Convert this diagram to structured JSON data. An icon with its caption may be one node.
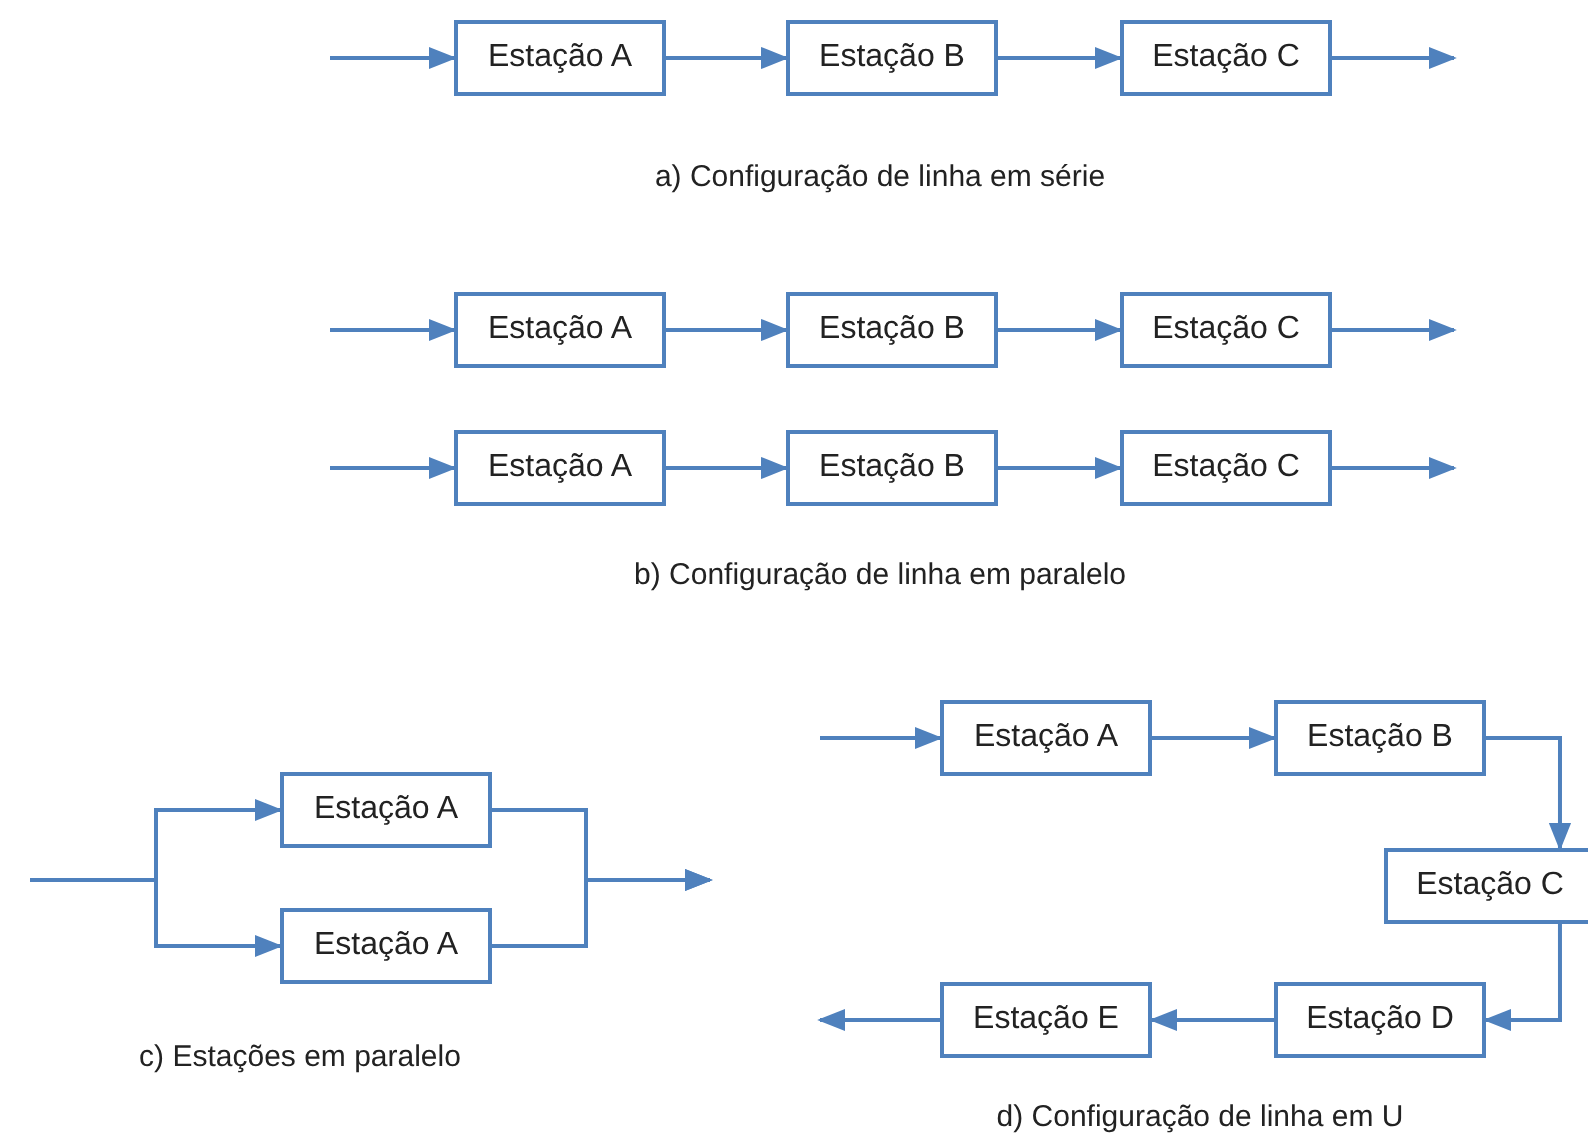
{
  "diagram": {
    "nodes": [
      {
        "text": [
          "Estação A"
        ]
      },
      {
        "text": [
          "Estação B"
        ]
      },
      {
        "text": [
          "Estação C"
        ]
      },
      {
        "text": [
          "Estação A"
        ]
      },
      {
        "text": [
          "Estação B"
        ]
      },
      {
        "text": [
          "Estação C"
        ]
      },
      {
        "text": [
          "Estação A"
        ]
      },
      {
        "text": [
          "Estação B"
        ]
      },
      {
        "text": [
          "Estação C"
        ]
      },
      {
        "text": [
          "Estação A"
        ]
      },
      {
        "text": [
          "Estação A"
        ]
      },
      {
        "text": [
          "Estação A"
        ]
      },
      {
        "text": [
          "Estação B"
        ]
      },
      {
        "text": [
          "Estação C"
        ]
      },
      {
        "text": [
          "Estação D"
        ]
      },
      {
        "text": [
          "Estação E"
        ]
      }
    ],
    "edges": [
      {
        "from": null,
        "to": 0,
        "arrow": "to"
      },
      {
        "from": 0,
        "to": 1,
        "arrow": "to"
      },
      {
        "from": 1,
        "to": 2,
        "arrow": "to"
      },
      {
        "from": 2,
        "to": null,
        "arrow": "to"
      },
      {
        "from": null,
        "to": 3,
        "arrow": "to"
      },
      {
        "from": 3,
        "to": 4,
        "arrow": "to"
      },
      {
        "from": 4,
        "to": 5,
        "arrow": "to"
      },
      {
        "from": 5,
        "to": null,
        "arrow": "to"
      },
      {
        "from": null,
        "to": 6,
        "arrow": "to"
      },
      {
        "from": 6,
        "to": 7,
        "arrow": "to"
      },
      {
        "from": 7,
        "to": 8,
        "arrow": "to"
      },
      {
        "from": 8,
        "to": null,
        "arrow": "to"
      },
      {
        "from": null,
        "to": 9,
        "arrow": "to"
      },
      {
        "from": null,
        "to": 10,
        "arrow": "to"
      },
      {
        "from": 9,
        "to": null,
        "arrow": "to"
      },
      {
        "from": 10,
        "to": null,
        "arrow": "to"
      },
      {
        "from": null,
        "to": 11,
        "arrow": "to"
      },
      {
        "from": 11,
        "to": 12,
        "arrow": "to"
      },
      {
        "from": 12,
        "to": 13,
        "arrow": "to"
      },
      {
        "from": 13,
        "to": 14,
        "arrow": "to"
      },
      {
        "from": 14,
        "to": 15,
        "arrow": "to"
      },
      {
        "from": 15,
        "to": null,
        "arrow": "to"
      }
    ],
    "labels": [
      "a) Configuração de linha em série",
      "b) Configuração de linha em paralelo",
      "c) Estações em paralelo",
      "d) Configuração de linha em U"
    ]
  }
}
